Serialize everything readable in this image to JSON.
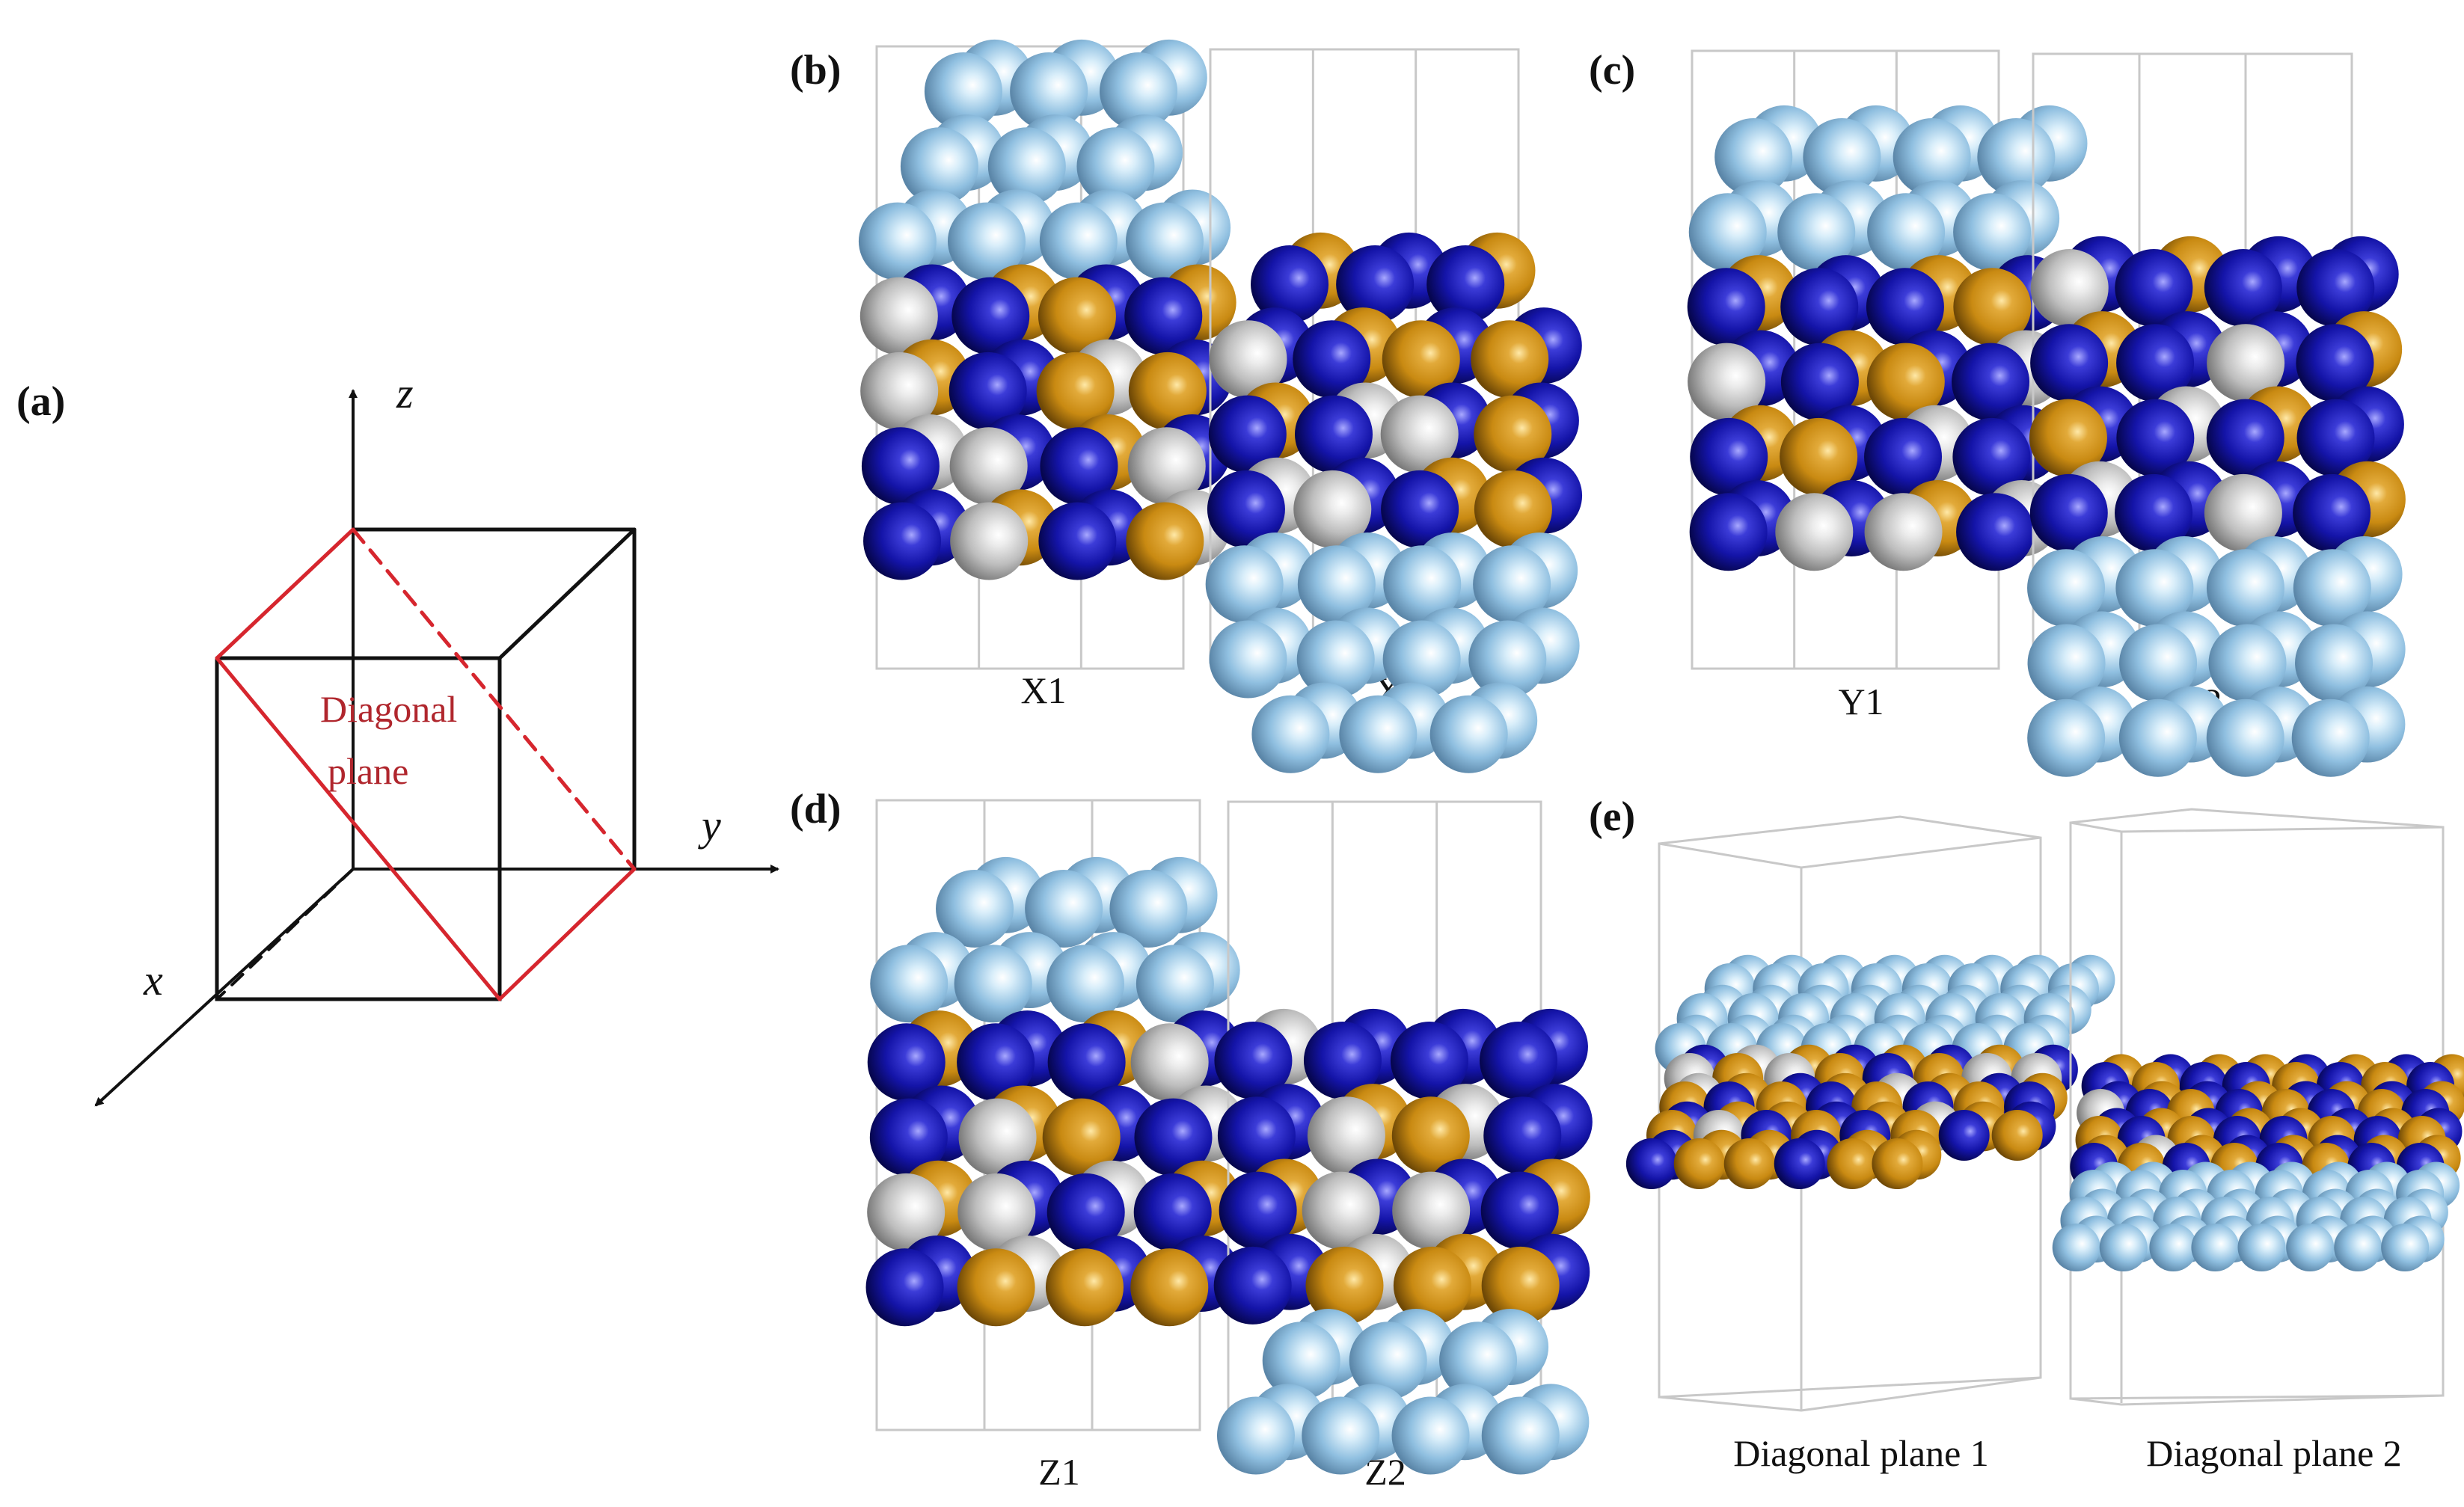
{
  "panel_labels": {
    "a": "(a)",
    "b": "(b)",
    "c": "(c)",
    "d": "(d)",
    "e": "(e)"
  },
  "axes": {
    "x": "x",
    "y": "y",
    "z": "z"
  },
  "diagonal_plane": {
    "line1": "Diagonal",
    "line2": "plane"
  },
  "captions": {
    "x1": "X1",
    "x2": "X2",
    "y1": "Y1",
    "y2": "Y2",
    "z1": "Z1",
    "z2": "Z2",
    "diag1": "Diagonal plane 1",
    "diag2": "Diagonal plane 2"
  },
  "colors": {
    "atom_light_blue": "#8fbfe0",
    "atom_dark_blue": "#1414a8",
    "atom_gold": "#c98a12",
    "atom_silver": "#bdbdbd",
    "diagonal_plane_red": "#d6262e",
    "cube_black": "#111111",
    "cell_outline": "#c8c8c8"
  }
}
